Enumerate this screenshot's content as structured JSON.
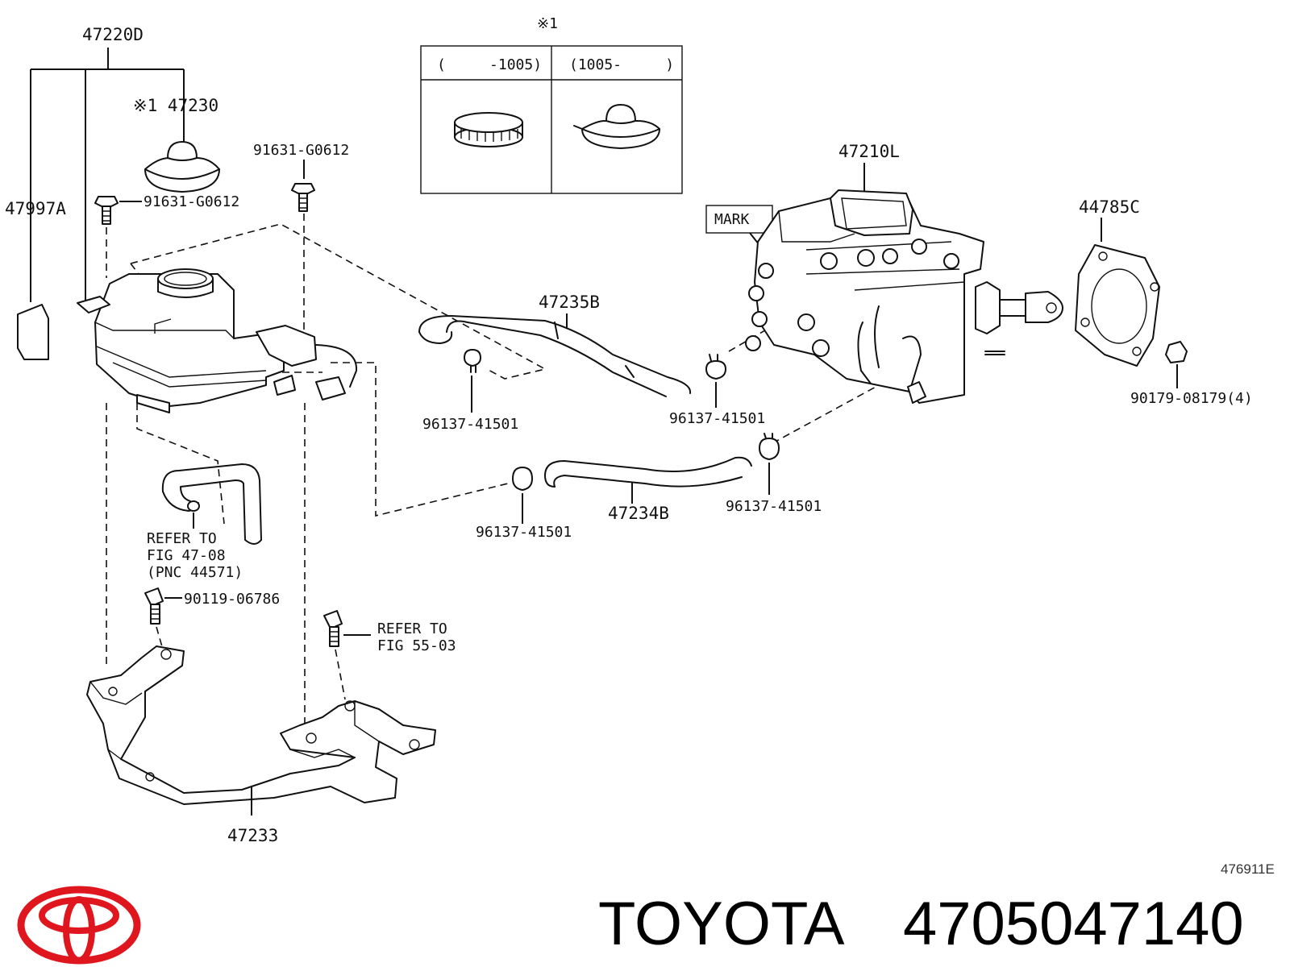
{
  "labels": {
    "p47220D": "47220D",
    "p47230": "※1 47230",
    "p47997A": "47997A",
    "p91631_a": "91631-G0612",
    "p91631_b": "91631-G0612",
    "p47235B": "47235B",
    "p96137_a": "96137-41501",
    "p96137_b": "96137-41501",
    "p96137_c": "96137-41501",
    "p96137_d": "96137-41501",
    "p47234B": "47234B",
    "p47210L": "47210L",
    "p44785C": "44785C",
    "p90179": "90179-08179(4)",
    "p90119": "90119-06786",
    "p47233": "47233",
    "mark": "MARK",
    "refer_47_1": "REFER TO",
    "refer_47_2": "FIG 47-08",
    "refer_47_3": "(PNC 44571)",
    "refer_55_1": "REFER TO",
    "refer_55_2": "FIG 55-03"
  },
  "inset": {
    "note": "※1",
    "col_left": "(     -1005)",
    "col_right": "(1005-     )"
  },
  "illustration_code": "476911E",
  "brand": {
    "name": "TOYOTA",
    "part_number": "4705047140",
    "logo_color": "#e0161f"
  }
}
